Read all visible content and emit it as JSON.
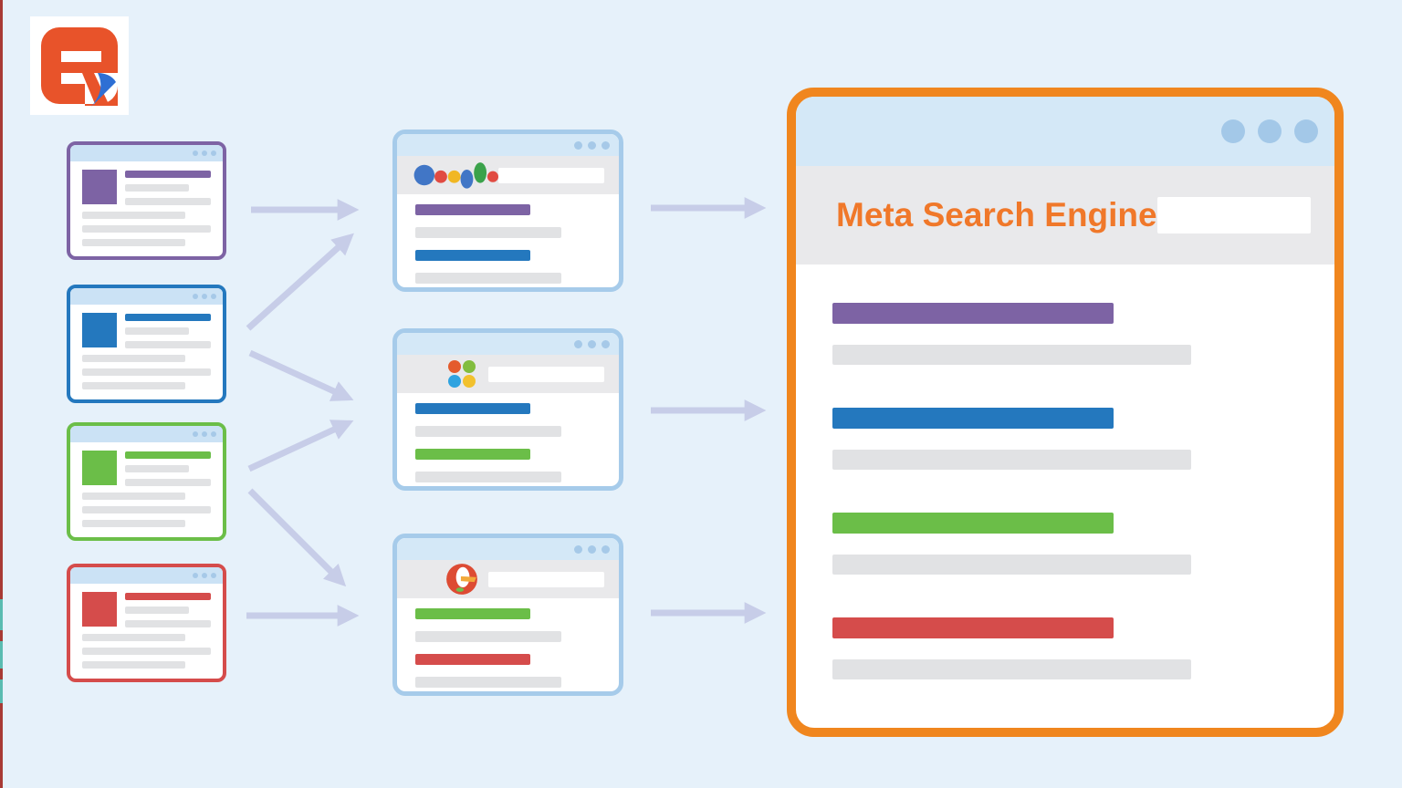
{
  "colors": {
    "background": "#E6F1FA",
    "arrow": "#C7CDE8",
    "purple": "#7D63A4",
    "blue": "#2478BE",
    "green": "#6BBE48",
    "red": "#D54C4B",
    "orange_border": "#F0861E",
    "orange_text": "#F0782A",
    "titlebar_small": "#CBE2F5",
    "titlebar_large": "#D4E8F7",
    "window_dot": "#A6C9E8",
    "window_dot_large": "#A3C8E8",
    "engine_border": "#A6CBEA",
    "toolbar_gray": "#E9E9EB",
    "line_gray": "#E1E2E4",
    "edge_stripe_red": "#A83A35",
    "edge_stripe_teal": "#5ABCB1",
    "logo_orange": "#E8532A",
    "logo_blue": "#2E6FD4"
  },
  "logo": {
    "letters": "ER",
    "description": "orange ER monogram with blue cursor sail on white tile"
  },
  "source_windows": [
    {
      "name": "source-site-purple",
      "color": "#7D63A4"
    },
    {
      "name": "source-site-blue",
      "color": "#2478BE"
    },
    {
      "name": "source-site-green",
      "color": "#6BBE48"
    },
    {
      "name": "source-site-red",
      "color": "#D54C4B"
    }
  ],
  "search_engines": [
    {
      "name": "search-engine-1",
      "logo": "google-dots-logo",
      "result_colors": [
        "#7D63A4",
        "#2478BE"
      ]
    },
    {
      "name": "search-engine-2",
      "logo": "four-dots-grid-logo",
      "result_colors": [
        "#2478BE",
        "#6BBE48"
      ]
    },
    {
      "name": "search-engine-3",
      "logo": "circle-egg-logo",
      "result_colors": [
        "#6BBE48",
        "#D54C4B"
      ]
    }
  ],
  "meta_window": {
    "title": "Meta Search Engine",
    "search_value": "",
    "results": [
      {
        "color": "#7D63A4"
      },
      {
        "color": "#2478BE"
      },
      {
        "color": "#6BBE48"
      },
      {
        "color": "#D54C4B"
      }
    ]
  }
}
